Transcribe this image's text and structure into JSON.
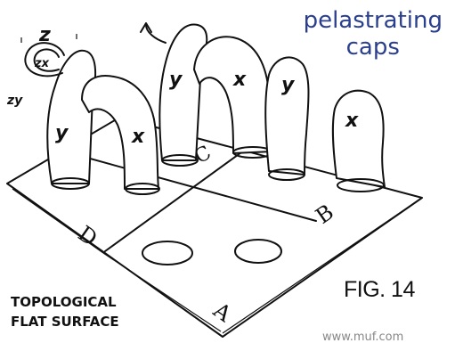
{
  "title": {
    "line1": "pelastrating",
    "line2": "caps",
    "color": "#2b3f8f"
  },
  "figure_label": "FIG. 14",
  "surface_caption": {
    "line1": "TOPOLOGICAL",
    "line2": "FLAT SURFACE"
  },
  "watermark": "www.muf.com",
  "tiles": {
    "a": "A",
    "b": "B",
    "c": "C",
    "d": "D"
  },
  "labels": {
    "x": "x",
    "y": "y",
    "z": "z",
    "zx": "zx",
    "zy": "zy"
  }
}
